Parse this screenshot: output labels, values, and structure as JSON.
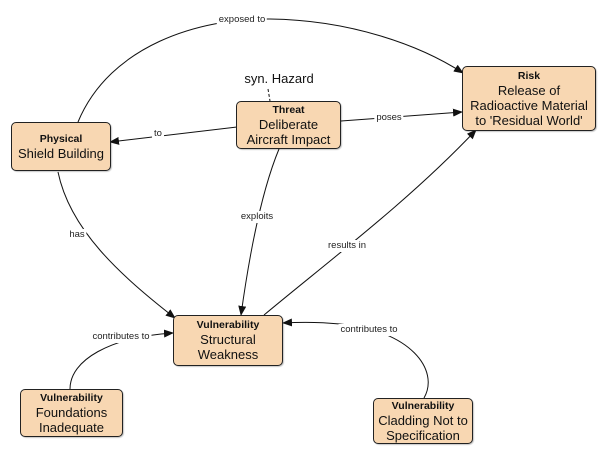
{
  "diagram": {
    "nodes": {
      "physical": {
        "category": "Physical",
        "lines": [
          "Shield Building"
        ]
      },
      "threat": {
        "category": "Threat",
        "lines": [
          "Deliberate",
          "Aircraft Impact"
        ]
      },
      "risk": {
        "category": "Risk",
        "lines": [
          "Release of",
          "Radioactive Material",
          "to 'Residual World'"
        ]
      },
      "vulnerability_structural": {
        "category": "Vulnerability",
        "lines": [
          "Structural",
          "Weakness"
        ]
      },
      "vulnerability_foundations": {
        "category": "Vulnerability",
        "lines": [
          "Foundations",
          "Inadequate"
        ]
      },
      "vulnerability_cladding": {
        "category": "Vulnerability",
        "lines": [
          "Cladding Not to",
          "Specification"
        ]
      }
    },
    "synonym": "syn. Hazard",
    "edges": {
      "exposed_to": "exposed to",
      "to": "to",
      "poses": "poses",
      "has": "has",
      "exploits": "exploits",
      "results_in": "results in",
      "contributes_to_left": "contributes to",
      "contributes_to_right": "contributes to"
    },
    "colors": {
      "node_fill": "#f8d7b2",
      "node_border": "#222222",
      "line": "#111111"
    }
  }
}
